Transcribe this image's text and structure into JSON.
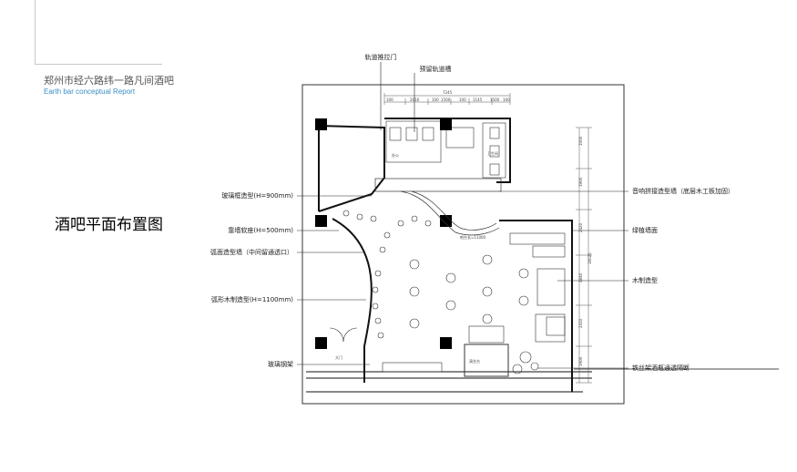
{
  "project": {
    "title_cn": "郑州市经六路纬一路凡间酒吧",
    "title_en": "Earth bar conceptual Report"
  },
  "drawing_title": "酒吧平面布置图",
  "top_labels": {
    "sliding_door": "轨道推拉门",
    "reserved_track": "预留轨道槽"
  },
  "left_labels": {
    "glass_frame": "玻璃框造型(H=900mm)",
    "wall_sofa": "靠墙软座(H=500mm)",
    "arc_wall": "弧面造型墙（中间留通透口）",
    "arc_wood": "弧形木制造型(H=1100mm)",
    "glass_shelf": "玻璃钢架"
  },
  "right_labels": {
    "speaker_wall": "音响拼接造型墙（底层木工板加固）",
    "green_wall": "绿植墙面",
    "wood_form": "木制造型",
    "wire_rack": "铁丝架酒瓶通透隔断"
  },
  "dims": {
    "top_total": "7245",
    "top_segments": [
      "100",
      "2016",
      "100",
      "1500",
      "100",
      "1145",
      "1500",
      "100"
    ],
    "right_segments": [
      "1000",
      "1900",
      "2420",
      "4840",
      "2410",
      "1900"
    ],
    "right_total": "16025"
  },
  "tiny": {
    "bar_counter": "吧台长=11000",
    "stage": "演艺台",
    "door": "大门",
    "office": "办公",
    "toilet": "卫生间"
  }
}
